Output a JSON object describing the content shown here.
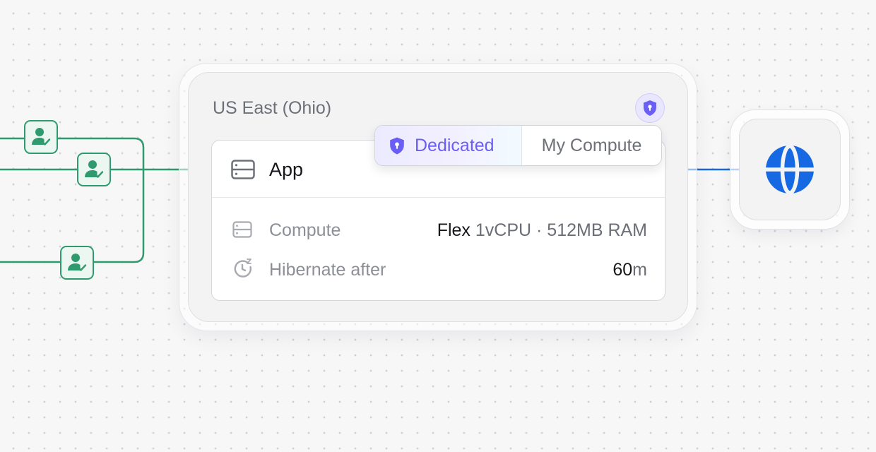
{
  "region": {
    "title": "US East (Ohio)",
    "badge_icon": "shield-lock-icon"
  },
  "tenancy": {
    "dedicated_label": "Dedicated",
    "dedicated_icon": "shield-lock-icon",
    "compute_label": "My Compute",
    "accent_color": "#6a5ef4"
  },
  "app": {
    "name": "App",
    "icon": "server-icon",
    "specs": [
      {
        "icon": "server-icon",
        "label": "Compute",
        "value_strong": "Flex",
        "value_rest": " 1vCPU · 512MB RAM"
      },
      {
        "icon": "sleep-timer-icon",
        "label": "Hibernate after",
        "value_strong": "60",
        "value_rest": "m"
      }
    ]
  },
  "users": {
    "icon": "verified-user-icon",
    "count": 3,
    "color": "#2f9a6d"
  },
  "internet": {
    "icon": "globe-icon",
    "color": "#1668e3"
  }
}
